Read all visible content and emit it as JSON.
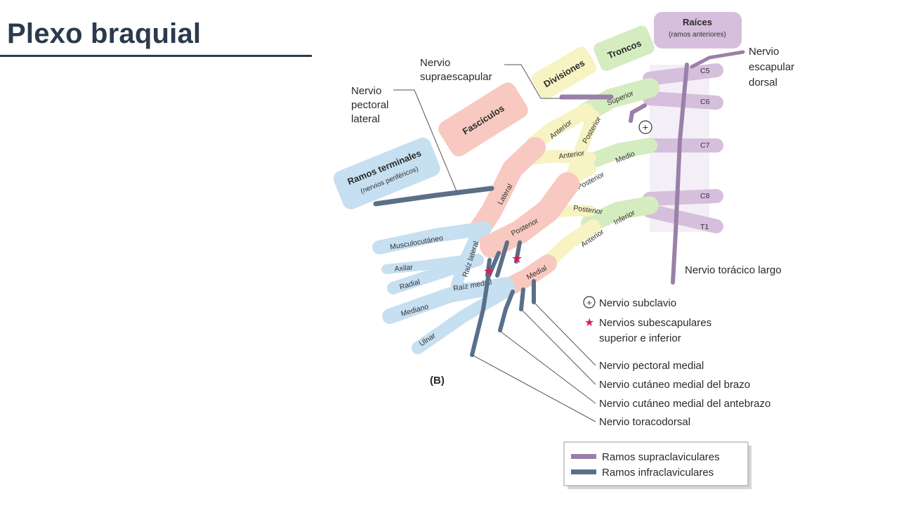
{
  "slide": {
    "title": "Plexo braquial"
  },
  "colors": {
    "title": "#2b3a4c",
    "roots": "#d5bfdc",
    "trunks": "#d4ecbf",
    "divisions": "#f7f3c2",
    "cords": "#f8c9c0",
    "terminal": "#c6dff1",
    "supraclavicular_nerve": "#9a80a8",
    "infraclavicular_nerve": "#5a6f88",
    "star": "#d81b60"
  },
  "figure": {
    "panel_label": "(B)",
    "zones": {
      "roots": "Raíces",
      "roots_sub": "(ramos anteriores)",
      "trunks": "Troncos",
      "divisions": "Divisiones",
      "cords": "Fascículos",
      "terminal": "Ramos terminales",
      "terminal_sub": "(nervios periféricos)"
    },
    "roots": [
      "C5",
      "C6",
      "C7",
      "C8",
      "T1"
    ],
    "trunks": [
      "Superior",
      "Medio",
      "Inferior"
    ],
    "divisions": [
      "Anterior",
      "Posterior",
      "Anterior",
      "Posterior",
      "Posterior",
      "Anterior"
    ],
    "cords": [
      "Lateral",
      "Posterior",
      "Medial"
    ],
    "roots_of_median": [
      "Raíz lateral",
      "Raíz medial"
    ],
    "terminal_branches": [
      "Musculocutáneo",
      "Axilar",
      "Radial",
      "Mediano",
      "Ulnar"
    ],
    "callouts": {
      "suprascapular": [
        "Nervio",
        "supraescapular"
      ],
      "lateral_pectoral": [
        "Nervio",
        "pectoral",
        "lateral"
      ],
      "dorsal_scapular": [
        "Nervio",
        "escapular",
        "dorsal"
      ],
      "long_thoracic": "Nervio torácico largo",
      "medial_pectoral": "Nervio pectoral medial",
      "medial_cutaneous_arm": "Nervio cutáneo medial del brazo",
      "medial_cutaneous_forearm": "Nervio cutáneo medial del antebrazo",
      "thoracodorsal": "Nervio toracodorsal"
    },
    "key": {
      "subclavian": "Nervio subclavio",
      "subscapular_line1": "Nervios subescapulares",
      "subscapular_line2": "superior e inferior"
    },
    "legend": {
      "supraclavicular": "Ramos supraclaviculares",
      "infraclavicular": "Ramos infraclaviculares"
    }
  }
}
